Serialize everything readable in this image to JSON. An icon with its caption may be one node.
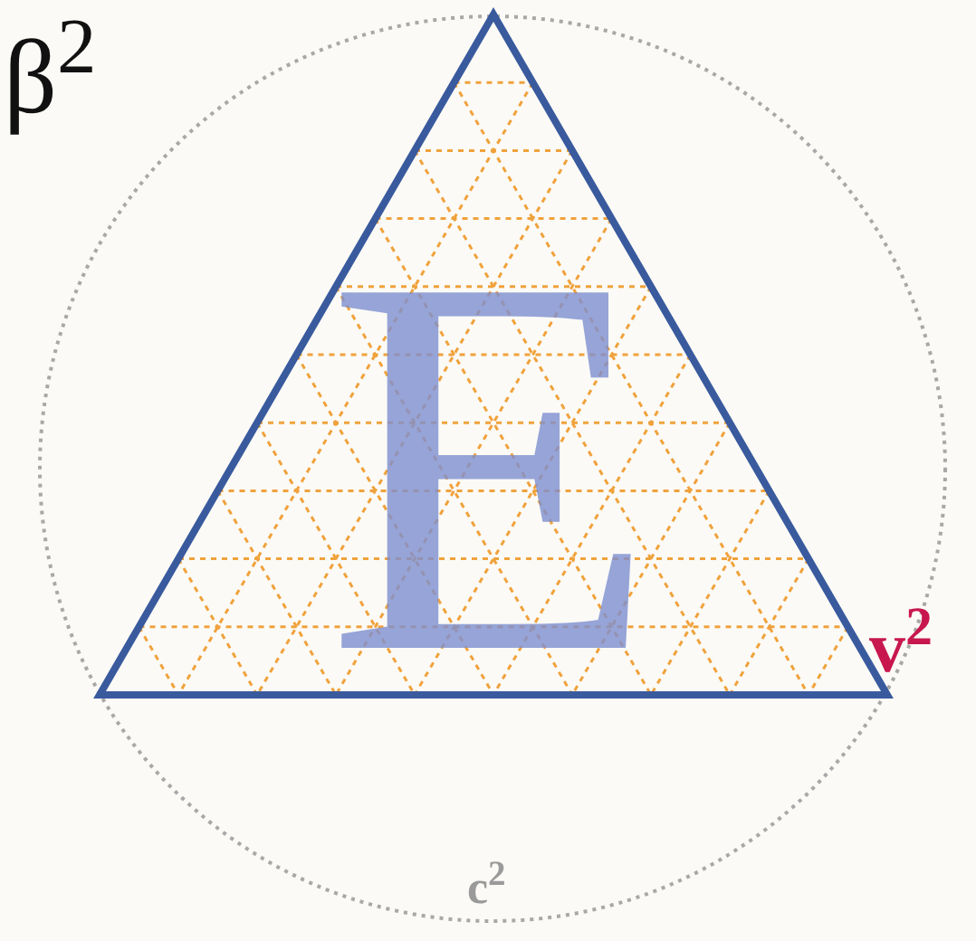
{
  "diagram": {
    "nodes": [
      {
        "text": [
          "E"
        ]
      }
    ],
    "labels": [
      "β$^{2}$",
      "v$^{2}$",
      "c$^{2}$"
    ]
  }
}
